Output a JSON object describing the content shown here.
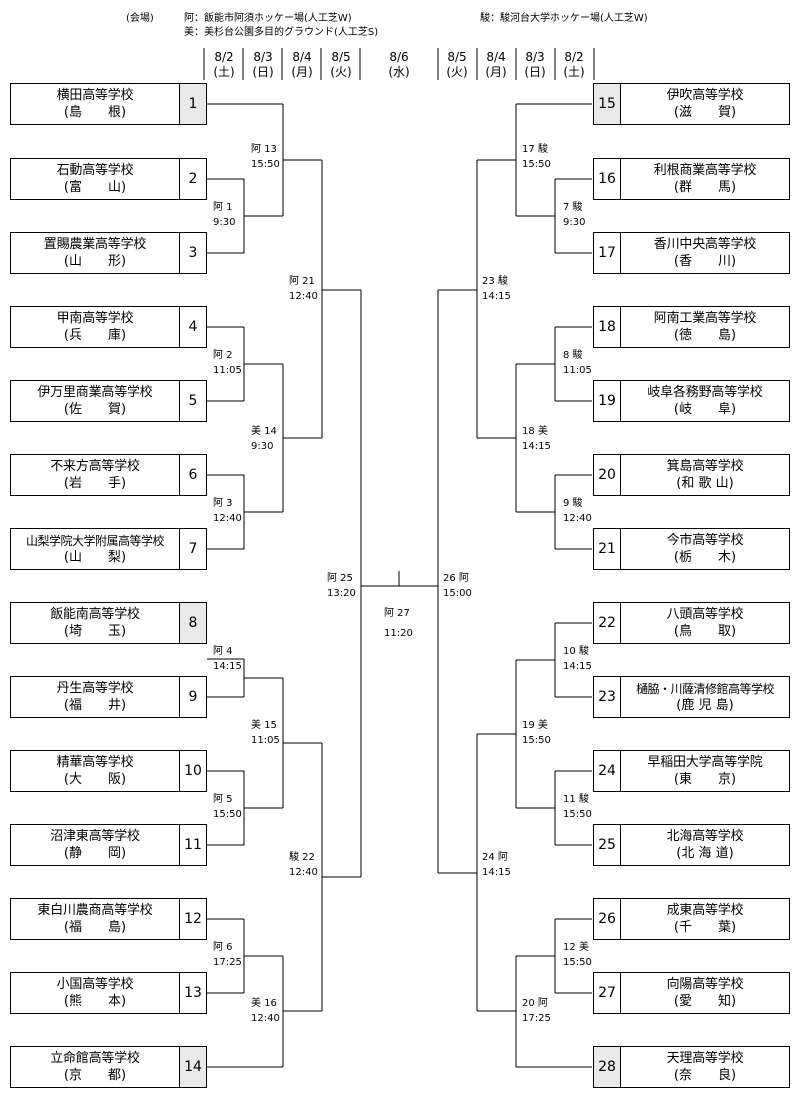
{
  "venues": {
    "title": "(会場)",
    "a": "阿：飯能市阿須ホッケー場(人工芝W)",
    "b": "美：美杉台公園多目的グラウンド(人工芝S)",
    "c": "駿：駿河台大学ホッケー場(人工芝W)"
  },
  "dates": {
    "left": [
      {
        "date": "8/2",
        "day": "(土)"
      },
      {
        "date": "8/3",
        "day": "(日)"
      },
      {
        "date": "8/4",
        "day": "(月)"
      },
      {
        "date": "8/5",
        "day": "(火)"
      }
    ],
    "center": {
      "date": "8/6",
      "day": "(水)"
    },
    "right": [
      {
        "date": "8/5",
        "day": "(火)"
      },
      {
        "date": "8/4",
        "day": "(月)"
      },
      {
        "date": "8/3",
        "day": "(日)"
      },
      {
        "date": "8/2",
        "day": "(土)"
      }
    ]
  },
  "teams": [
    {
      "seed": "1",
      "name": "横田高等学校",
      "pref": "(島　　根)",
      "bye": true
    },
    {
      "seed": "2",
      "name": "石動高等学校",
      "pref": "(富　　山)",
      "bye": false
    },
    {
      "seed": "3",
      "name": "置賜農業高等学校",
      "pref": "(山　　形)",
      "bye": false
    },
    {
      "seed": "4",
      "name": "甲南高等学校",
      "pref": "(兵　　庫)",
      "bye": false
    },
    {
      "seed": "5",
      "name": "伊万里商業高等学校",
      "pref": "(佐　　賀)",
      "bye": false
    },
    {
      "seed": "6",
      "name": "不来方高等学校",
      "pref": "(岩　　手)",
      "bye": false
    },
    {
      "seed": "7",
      "name": "山梨学院大学附属高等学校",
      "pref": "(山　　梨)",
      "bye": false
    },
    {
      "seed": "8",
      "name": "飯能南高等学校",
      "pref": "(埼　　玉)",
      "bye": true
    },
    {
      "seed": "9",
      "name": "丹生高等学校",
      "pref": "(福　　井)",
      "bye": false
    },
    {
      "seed": "10",
      "name": "精華高等学校",
      "pref": "(大　　阪)",
      "bye": false
    },
    {
      "seed": "11",
      "name": "沼津東高等学校",
      "pref": "(静　　岡)",
      "bye": false
    },
    {
      "seed": "12",
      "name": "東白川農商高等学校",
      "pref": "(福　　島)",
      "bye": false
    },
    {
      "seed": "13",
      "name": "小国高等学校",
      "pref": "(熊　　本)",
      "bye": false
    },
    {
      "seed": "14",
      "name": "立命館高等学校",
      "pref": "(京　　都)",
      "bye": true
    },
    {
      "seed": "15",
      "name": "伊吹高等学校",
      "pref": "(滋　　賀)",
      "bye": true
    },
    {
      "seed": "16",
      "name": "利根商業高等学校",
      "pref": "(群　　馬)",
      "bye": false
    },
    {
      "seed": "17",
      "name": "香川中央高等学校",
      "pref": "(香　　川)",
      "bye": false
    },
    {
      "seed": "18",
      "name": "阿南工業高等学校",
      "pref": "(徳　　島)",
      "bye": false
    },
    {
      "seed": "19",
      "name": "岐阜各務野高等学校",
      "pref": "(岐　　阜)",
      "bye": false
    },
    {
      "seed": "20",
      "name": "箕島高等学校",
      "pref": "(和 歌 山)",
      "bye": false
    },
    {
      "seed": "21",
      "name": "今市高等学校",
      "pref": "(栃　　木)",
      "bye": false
    },
    {
      "seed": "22",
      "name": "八頭高等学校",
      "pref": "(鳥　　取)",
      "bye": false
    },
    {
      "seed": "23",
      "name": "樋脇・川薩清修館高等学校",
      "pref": "(鹿 児 島)",
      "bye": false
    },
    {
      "seed": "24",
      "name": "早稲田大学高等学院",
      "pref": "(東　　京)",
      "bye": false
    },
    {
      "seed": "25",
      "name": "北海高等学校",
      "pref": "(北 海 道)",
      "bye": false
    },
    {
      "seed": "26",
      "name": "成東高等学校",
      "pref": "(千　　葉)",
      "bye": false
    },
    {
      "seed": "27",
      "name": "向陽高等学校",
      "pref": "(愛　　知)",
      "bye": false
    },
    {
      "seed": "28",
      "name": "天理高等学校",
      "pref": "(奈　　良)",
      "bye": true
    }
  ],
  "matches": [
    {
      "label": "阿 1",
      "time": "9:30"
    },
    {
      "label": "阿 2",
      "time": "11:05"
    },
    {
      "label": "阿 3",
      "time": "12:40"
    },
    {
      "label": "阿 4",
      "time": "14:15"
    },
    {
      "label": "阿 5",
      "time": "15:50"
    },
    {
      "label": "阿 6",
      "time": "17:25"
    },
    {
      "label": "7 駿",
      "time": "9:30"
    },
    {
      "label": "8 駿",
      "time": "11:05"
    },
    {
      "label": "9 駿",
      "time": "12:40"
    },
    {
      "label": "10 駿",
      "time": "14:15"
    },
    {
      "label": "11 駿",
      "time": "15:50"
    },
    {
      "label": "12 美",
      "time": "15:50"
    },
    {
      "label": "阿 13",
      "time": "15:50"
    },
    {
      "label": "美 14",
      "time": "9:30"
    },
    {
      "label": "美 15",
      "time": "11:05"
    },
    {
      "label": "美 16",
      "time": "12:40"
    },
    {
      "label": "17 駿",
      "time": "15:50"
    },
    {
      "label": "18 美",
      "time": "14:15"
    },
    {
      "label": "19 美",
      "time": "15:50"
    },
    {
      "label": "20 阿",
      "time": "17:25"
    },
    {
      "label": "阿 21",
      "time": "12:40"
    },
    {
      "label": "駿 22",
      "time": "12:40"
    },
    {
      "label": "23 駿",
      "time": "14:15"
    },
    {
      "label": "24 阿",
      "time": "14:15"
    },
    {
      "label": "阿 25",
      "time": "13:20"
    },
    {
      "label": "26 阿",
      "time": "15:00"
    },
    {
      "label": "阿 27",
      "time": "11:20"
    }
  ]
}
